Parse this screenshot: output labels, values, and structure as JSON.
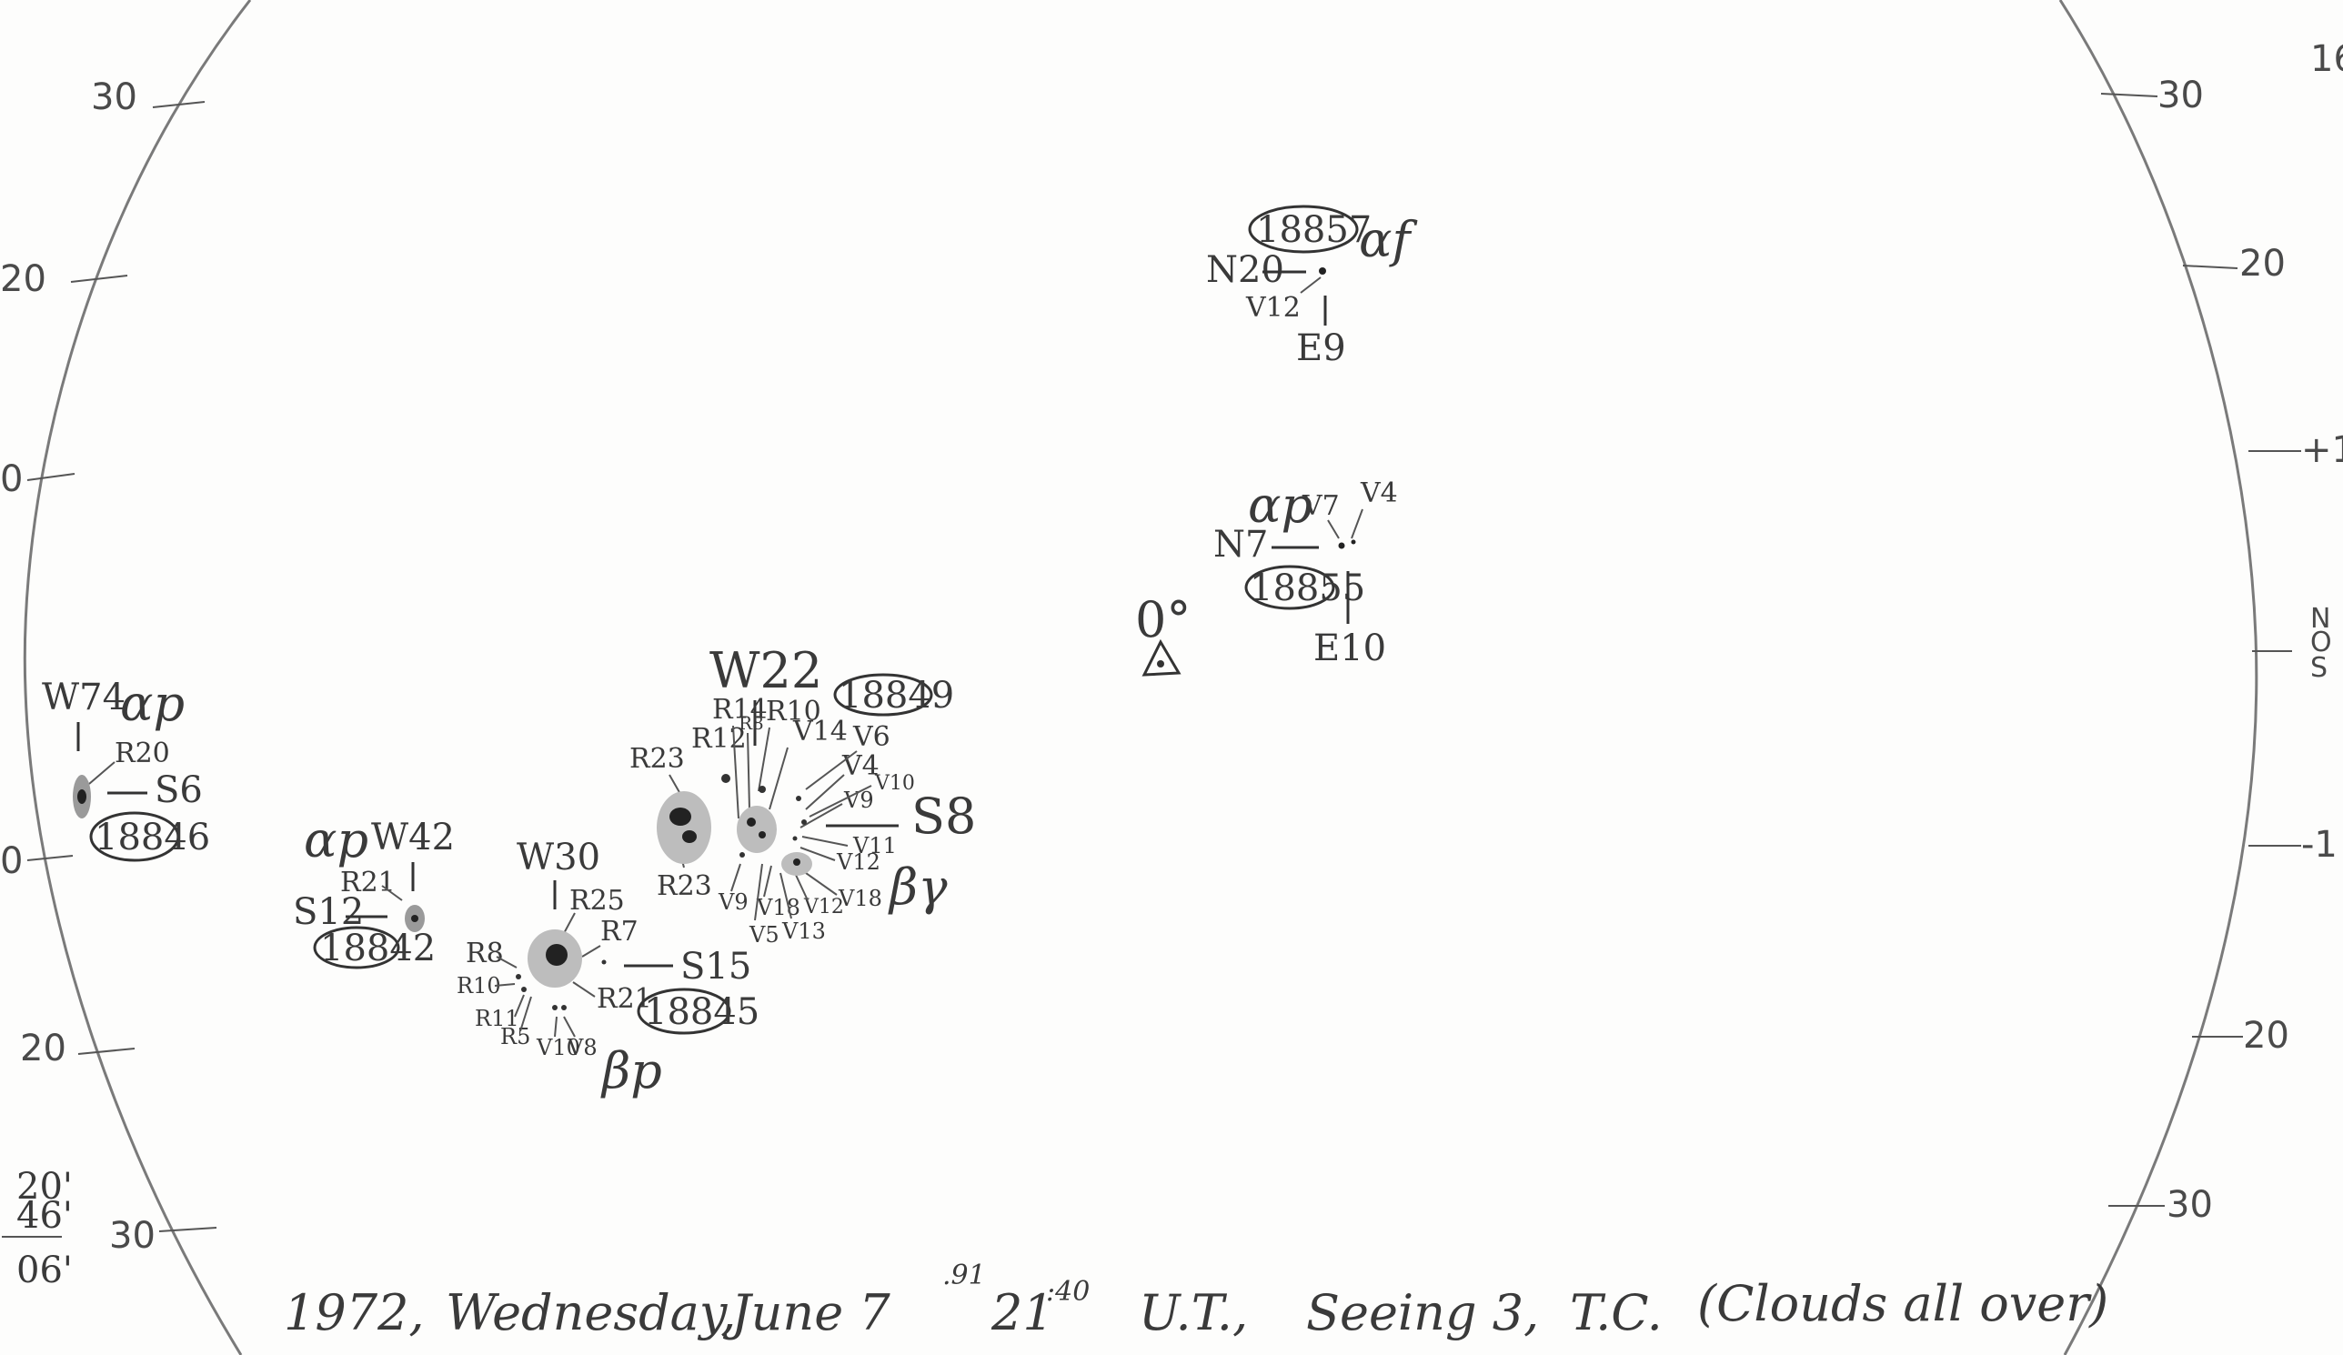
{
  "ticks_left": [
    {
      "label": "30"
    },
    {
      "label": "20"
    },
    {
      "label": "0"
    },
    {
      "label": "0"
    },
    {
      "label": "20"
    },
    {
      "label": "30"
    }
  ],
  "ticks_right": [
    {
      "label": "30"
    },
    {
      "label": "20"
    },
    {
      "label": "+1"
    },
    {
      "label": "-1"
    },
    {
      "label": "20"
    },
    {
      "label": "30"
    }
  ],
  "corner_right": "16",
  "ns_marker": {
    "n": "N",
    "o": "O",
    "s": "S"
  },
  "corner_left": {
    "a": "20'",
    "b": "46'",
    "c": "06'"
  },
  "center": {
    "label": "0°",
    "symbol": "△"
  },
  "groups": {
    "g18857": {
      "number": "18857",
      "cls": "αf",
      "lat": "N20",
      "spot": "V12",
      "lon": "E9"
    },
    "g18855": {
      "number": "18855",
      "cls": "αp",
      "lat": "N7",
      "v1": "V7",
      "v2": "V4",
      "lon": "E10"
    },
    "g18849": {
      "number": "18849",
      "lon": "W22",
      "lat": "S8",
      "cls": "βγ",
      "labels": [
        "R14",
        "R8",
        "R10",
        "R12",
        "V14",
        "V6",
        "V4",
        "V10",
        "V9",
        "V11",
        "V12",
        "V18",
        "V13",
        "V12",
        "V18",
        "V5",
        "V9",
        "R23",
        "R23"
      ]
    },
    "g18846": {
      "number": "18846",
      "lon": "W74",
      "cls": "αp",
      "spot": "R20",
      "lat": "S6"
    },
    "g18842": {
      "number": "18842",
      "cls": "αp",
      "lon": "W42",
      "spot": "R21",
      "lat": "S12"
    },
    "g18845": {
      "number": "18845",
      "lon": "W30",
      "cls": "βp",
      "lat": "S15",
      "labels": [
        "R25",
        "R7",
        "R8",
        "R10",
        "R11",
        "R5",
        "V10",
        "V8",
        "R21"
      ]
    }
  },
  "footer": {
    "year": "1972,",
    "weekday": "Wednesday,",
    "date": "June 7",
    "date_sup": ".91",
    "time": "21",
    "time_sup": ":40",
    "ut": "U.T.,",
    "seeing": "Seeing 3,",
    "tc": "T.C.",
    "note": "(Clouds all over)"
  }
}
